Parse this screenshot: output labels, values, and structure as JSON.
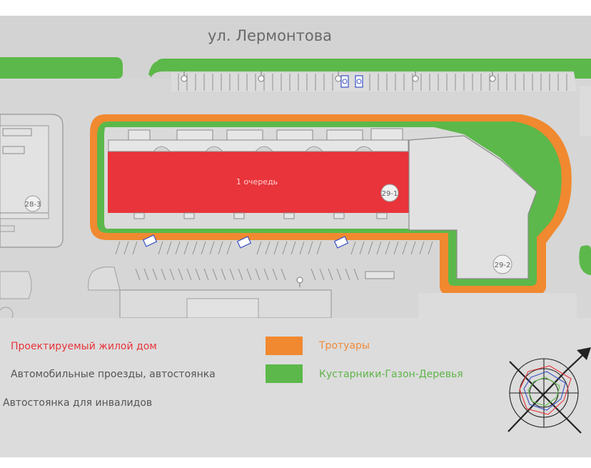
{
  "map": {
    "street_name": "ул. Лермонтова",
    "buildings": {
      "main_label": "1 очередь",
      "b_29_1": "29-1",
      "b_29_2": "29-2",
      "b_28_3": "28-3"
    }
  },
  "legend": {
    "residential": {
      "label": "Проектируемый жилой дом",
      "color": "#e8403b"
    },
    "roads": {
      "label": "Автомобильные проезды, автостоянка",
      "color": "#9b9b9b"
    },
    "disabled_parking": {
      "label": "Автостоянка для инвалидов",
      "color": "#3a52c4"
    },
    "sidewalks": {
      "label": "Тротуары",
      "color": "#ef8a3a"
    },
    "greenery": {
      "label": "Кустарники-Газон-Деревья",
      "color": "#5fb54a"
    }
  },
  "colors": {
    "background": "#d2d2d2",
    "road": "#d6d6d6",
    "building_outline": "#9a9a9a",
    "residential": "#e8343a",
    "sidewalk": "#f0892f",
    "green": "#5cb84a",
    "legend_bg": "#dcdcdc",
    "wind_rose": "#222222"
  },
  "icons": [
    "disabled-parking-icon",
    "street-lamp-icon",
    "wind-rose-icon",
    "north-arrow-icon"
  ]
}
